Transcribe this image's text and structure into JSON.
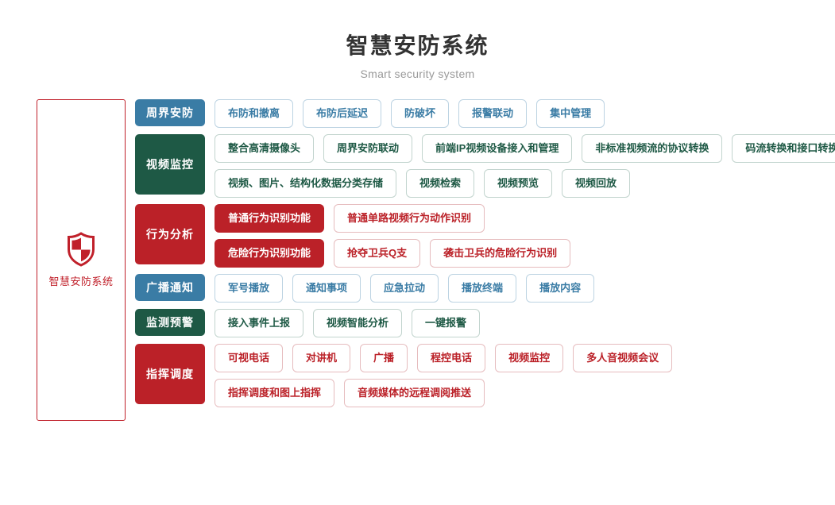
{
  "header": {
    "title": "智慧安防系统",
    "subtitle": "Smart security system"
  },
  "system_panel": {
    "icon": "shield-icon",
    "label": "智慧安防系统",
    "color": "#c0202a"
  },
  "colors": {
    "blue": "#3a7ca5",
    "green": "#1e5945",
    "red": "#bb2128",
    "title": "#333333",
    "subtitle": "#9a9a9a"
  },
  "categories": [
    {
      "label": "周界安防",
      "theme": "blue",
      "rows": [
        [
          {
            "label": "布防和撤离",
            "solid": false
          },
          {
            "label": "布防后延迟",
            "solid": false
          },
          {
            "label": "防破坏",
            "solid": false
          },
          {
            "label": "报警联动",
            "solid": false
          },
          {
            "label": "集中管理",
            "solid": false
          }
        ]
      ]
    },
    {
      "label": "视频监控",
      "theme": "green",
      "rows": [
        [
          {
            "label": "整合高清摄像头",
            "solid": false
          },
          {
            "label": "周界安防联动",
            "solid": false
          },
          {
            "label": "前端IP视频设备接入和管理",
            "solid": false
          },
          {
            "label": "非标准视频流的协议转换",
            "solid": false
          },
          {
            "label": "码流转换和接口转换",
            "solid": false
          }
        ],
        [
          {
            "label": "视频、图片、结构化数据分类存储",
            "solid": false
          },
          {
            "label": "视频检索",
            "solid": false
          },
          {
            "label": "视频预览",
            "solid": false
          },
          {
            "label": "视频回放",
            "solid": false
          }
        ]
      ]
    },
    {
      "label": "行为分析",
      "theme": "red",
      "rows": [
        [
          {
            "label": "普通行为识别功能",
            "solid": true
          },
          {
            "label": "普通单路视频行为动作识别",
            "solid": false
          }
        ],
        [
          {
            "label": "危险行为识别功能",
            "solid": true
          },
          {
            "label": "抢夺卫兵Q支",
            "solid": false
          },
          {
            "label": "袭击卫兵的危险行为识别",
            "solid": false
          }
        ]
      ]
    },
    {
      "label": "广播通知",
      "theme": "blue",
      "rows": [
        [
          {
            "label": "军号播放",
            "solid": false
          },
          {
            "label": "通知事项",
            "solid": false
          },
          {
            "label": "应急拉动",
            "solid": false
          },
          {
            "label": "播放终端",
            "solid": false
          },
          {
            "label": "播放内容",
            "solid": false
          }
        ]
      ]
    },
    {
      "label": "监测预警",
      "theme": "green",
      "rows": [
        [
          {
            "label": "接入事件上报",
            "solid": false
          },
          {
            "label": "视频智能分析",
            "solid": false
          },
          {
            "label": "一键报警",
            "solid": false
          }
        ]
      ]
    },
    {
      "label": "指挥调度",
      "theme": "red",
      "rows": [
        [
          {
            "label": "可视电话",
            "solid": false
          },
          {
            "label": "对讲机",
            "solid": false
          },
          {
            "label": "广播",
            "solid": false
          },
          {
            "label": "程控电话",
            "solid": false
          },
          {
            "label": "视频监控",
            "solid": false
          },
          {
            "label": "多人音视频会议",
            "solid": false
          }
        ],
        [
          {
            "label": "指挥调度和图上指挥",
            "solid": false
          },
          {
            "label": "音频媒体的远程调阅推送",
            "solid": false
          }
        ]
      ]
    }
  ]
}
